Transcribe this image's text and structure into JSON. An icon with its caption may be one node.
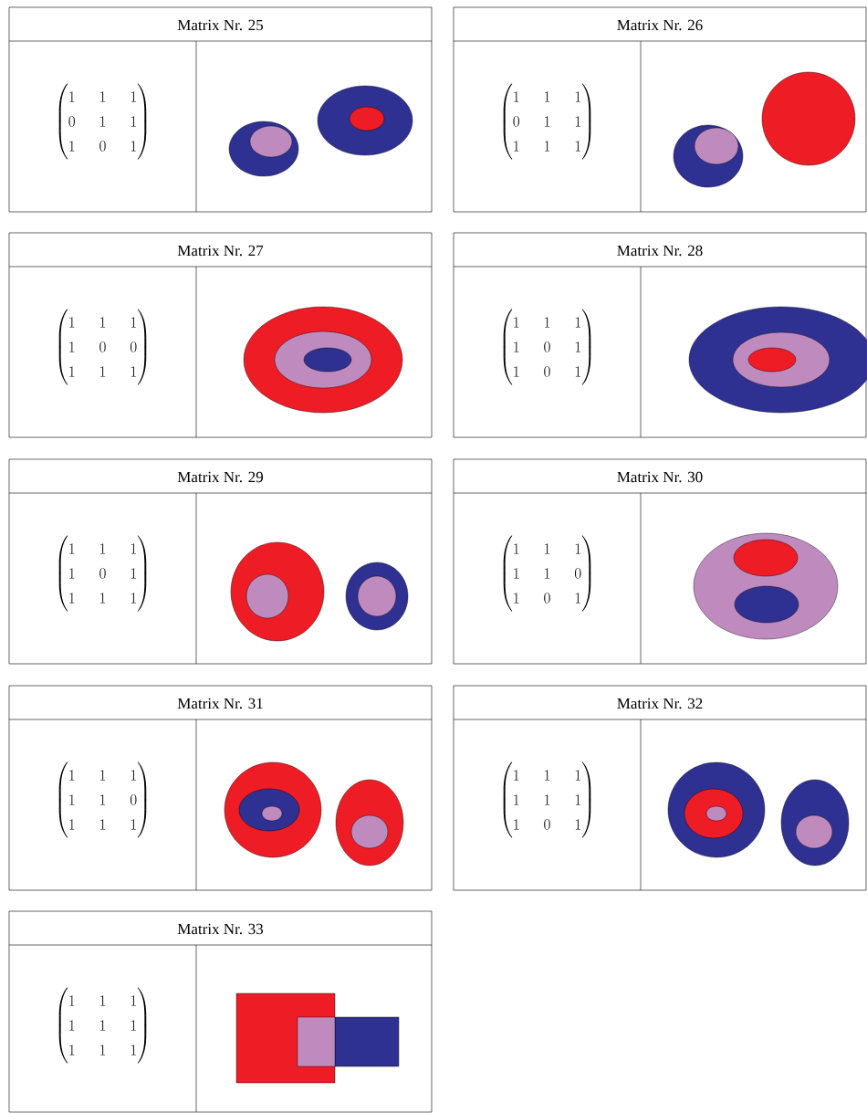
{
  "diagram": {
    "nodes": [
      {
        "text": [
          "Matrix Nr. 25",
          "\\begin{pmatrix}1&1&1\\\\0&1&1\\\\1&0&1\\end{pmatrix}"
        ]
      },
      {
        "text": [
          "Matrix Nr. 26",
          "\\begin{pmatrix}1&1&1\\\\0&1&1\\\\1&1&1\\end{pmatrix}"
        ]
      },
      {
        "text": [
          "Matrix Nr. 27",
          "\\begin{pmatrix}1&1&1\\\\1&0&0\\\\1&1&1\\end{pmatrix}"
        ]
      },
      {
        "text": [
          "Matrix Nr. 28",
          "\\begin{pmatrix}1&1&1\\\\1&0&1\\\\1&0&1\\end{pmatrix}"
        ]
      },
      {
        "text": [
          "Matrix Nr. 29",
          "\\begin{pmatrix}1&1&1\\\\1&0&1\\\\1&1&1\\end{pmatrix}"
        ]
      },
      {
        "text": [
          "Matrix Nr. 30",
          "\\begin{pmatrix}1&1&1\\\\1&1&0\\\\1&0&1\\end{pmatrix}"
        ]
      },
      {
        "text": [
          "Matrix Nr. 31",
          "\\begin{pmatrix}1&1&1\\\\1&1&0\\\\1&1&1\\end{pmatrix}"
        ]
      },
      {
        "text": [
          "Matrix Nr. 32",
          "\\begin{pmatrix}1&1&1\\\\1&1&1\\\\1&0&1\\end{pmatrix}"
        ]
      },
      {
        "text": [
          "Matrix Nr. 33",
          "\\begin{pmatrix}1&1&1\\\\1&1&1\\\\1&1&1\\end{pmatrix}"
        ]
      }
    ]
  }
}
